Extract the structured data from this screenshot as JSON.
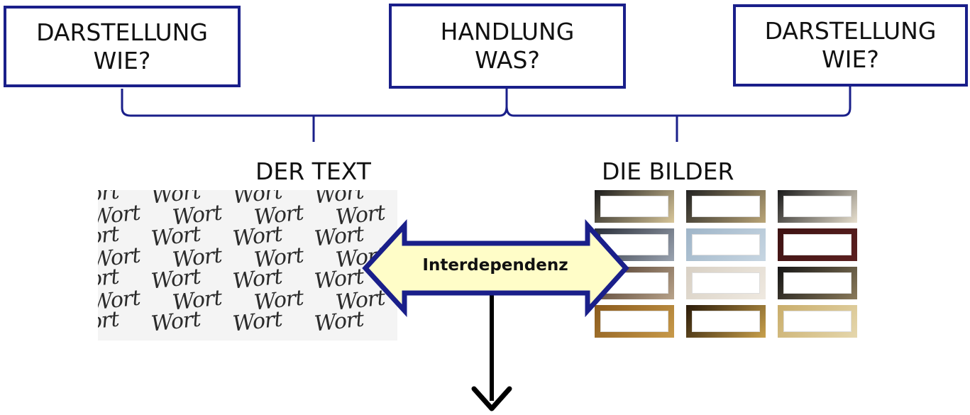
{
  "boxes": {
    "left": {
      "line1": "DARSTELLUNG",
      "line2": "WIE?"
    },
    "mid": {
      "line1": "HANDLUNG",
      "line2": "WAS?"
    },
    "right": {
      "line1": "DARSTELLUNG",
      "line2": "WIE?"
    }
  },
  "labels": {
    "text": "DER TEXT",
    "images": "DIE BILDER"
  },
  "arrow": {
    "label": "Interdependenz"
  },
  "text_image": {
    "word": "Wort"
  },
  "colors": {
    "box_border": "#1a1f8a",
    "arrow_fill": "#fffdc8",
    "arrow_border": "#1a1f8a"
  }
}
